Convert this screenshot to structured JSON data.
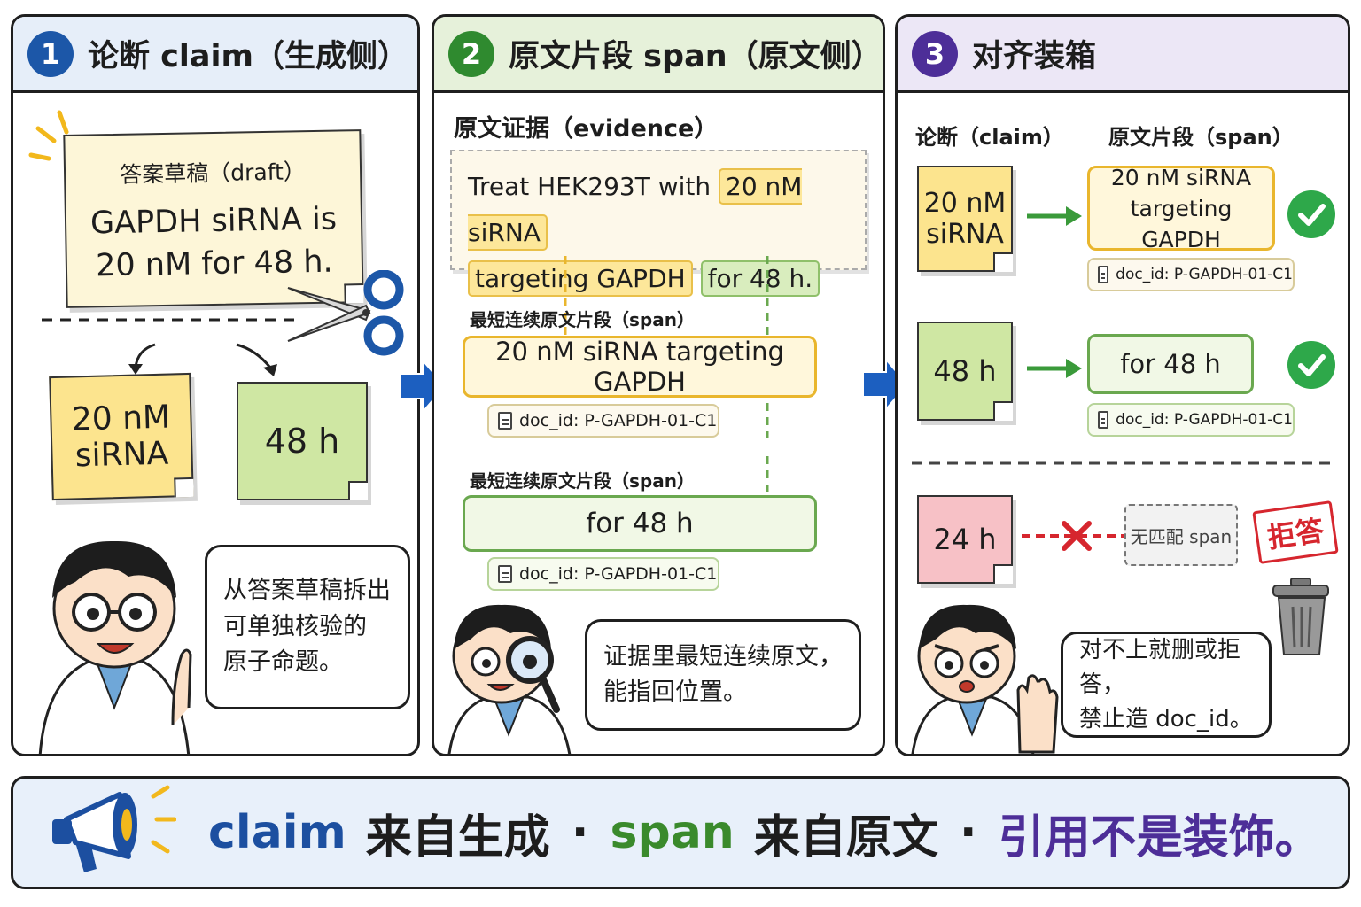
{
  "panels": {
    "p1": {
      "number": "1",
      "title": "论断 claim（生成侧）",
      "draft": {
        "label": "答案草稿（draft）",
        "text_line1": "GAPDH siRNA is",
        "text_line2": "20 nM  for 48 h."
      },
      "claims": [
        {
          "line1": "20 nM",
          "line2": "siRNA"
        },
        {
          "line1": "48 h",
          "line2": ""
        }
      ],
      "bubble": {
        "line1": "从答案草稿拆出",
        "line2": "可单独核验的",
        "line3": "原子命题。"
      }
    },
    "p2": {
      "number": "2",
      "title": "原文片段 span（原文侧）",
      "evidence_label": "原文证据（evidence）",
      "evidence": {
        "prefix": "Treat HEK293T with",
        "hl1": "20 nM siRNA",
        "hl2": "targeting GAPDH",
        "hl3": "for 48 h."
      },
      "span_label_1": "最短连续原文片段（span）",
      "span1": "20 nM siRNA targeting GAPDH",
      "doc1": "doc_id:  P-GAPDH-01-C1",
      "span_label_2": "最短连续原文片段（span）",
      "span2": "for 48 h",
      "doc2": "doc_id:  P-GAPDH-01-C1",
      "bubble": {
        "line1": "证据里最短连续原文，",
        "line2": "能指回位置。"
      }
    },
    "p3": {
      "number": "3",
      "title": "对齐装箱",
      "col_claim": "论断（claim）",
      "col_span": "原文片段（span）",
      "rows": [
        {
          "claim_line1": "20 nM",
          "claim_line2": "siRNA",
          "span_line1": "20 nM siRNA",
          "span_line2": "targeting GAPDH",
          "doc": "doc_id:  P-GAPDH-01-C1"
        },
        {
          "claim_line1": "48 h",
          "claim_line2": "",
          "span_line1": "for 48 h",
          "span_line2": "",
          "doc": "doc_id:  P-GAPDH-01-C1"
        }
      ],
      "reject": {
        "claim": "24 h",
        "nomatch": "无匹配 span",
        "stamp": "拒答"
      },
      "bubble": {
        "line1": "对不上就删或拒答，",
        "line2": "禁止造 doc_id。"
      }
    }
  },
  "banner": {
    "claim": "claim",
    "claim_rest": "来自生成",
    "sep1": "·",
    "span": "span",
    "span_rest": "来自原文",
    "sep2": "·",
    "tail": "引用不是装饰。"
  },
  "colors": {
    "blue": "#1c57a8",
    "green": "#2f8a2f",
    "purple": "#4d2e98",
    "yellow_note": "#fce48e",
    "green_note": "#cfe7a3",
    "red_note": "#f7c1c6",
    "reject_red": "#d6262e"
  }
}
